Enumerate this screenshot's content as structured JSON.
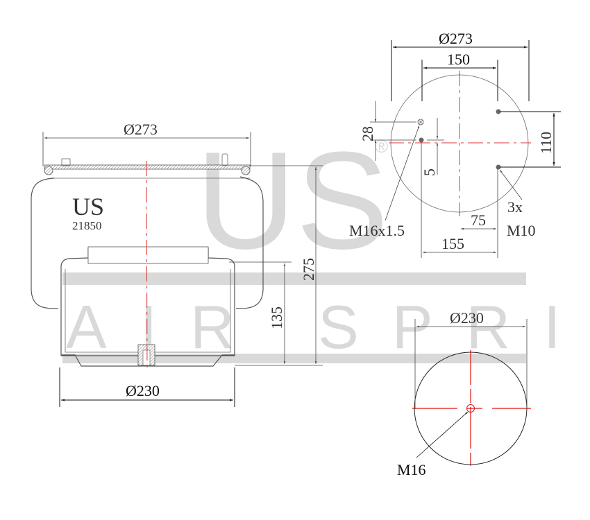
{
  "watermark": {
    "logo": "US",
    "registered": "®",
    "tagline": "AIR SPRING",
    "color": "#d9d9d9"
  },
  "side_view": {
    "brand": "US",
    "part_number": "21850",
    "top_diameter": "Ø273",
    "bottom_diameter": "Ø230",
    "total_height": "275",
    "piston_height": "135"
  },
  "top_view": {
    "outer_diameter": "Ø273",
    "stud_spacing": "150",
    "vertical_spacing": "110",
    "offset_28": "28",
    "offset_5": "5",
    "offset_75": "75",
    "offset_155": "155",
    "air_fitting_label": "M16x1.5",
    "stud_count": "3x",
    "stud_label": "M10"
  },
  "bottom_view": {
    "diameter": "Ø230",
    "thread_label": "M16"
  },
  "colors": {
    "centerline": "#e03030",
    "line": "#555555",
    "watermark": "#d9d9d9"
  }
}
